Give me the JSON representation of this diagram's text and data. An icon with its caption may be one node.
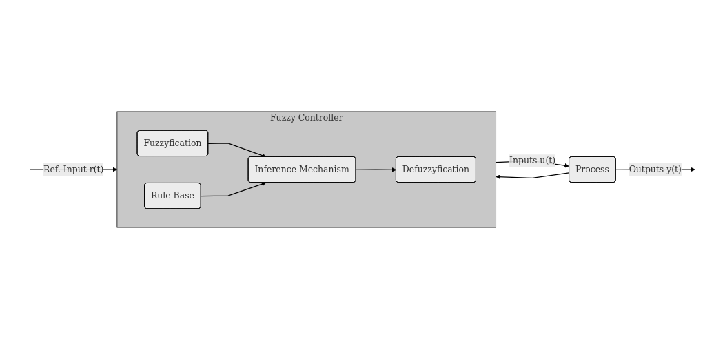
{
  "diagram": {
    "nodes": [
      {
        "text": [
          "Fuzzy Controller"
        ]
      },
      {
        "text": [
          "Fuzzyfication"
        ],
        "in": 0
      },
      {
        "text": [
          "Inference Mechanism"
        ],
        "in": 0
      },
      {
        "text": [
          "Rule Base"
        ],
        "in": 0
      },
      {
        "text": [
          "Defuzzyfication"
        ],
        "in": 0
      },
      {
        "text": [
          "Process"
        ]
      }
    ],
    "edges": [
      {
        "from": null,
        "to": 0,
        "arrow": "to",
        "label": "Ref. Input r(t)"
      },
      {
        "from": 1,
        "to": 2,
        "arrow": "to"
      },
      {
        "from": 3,
        "to": 2,
        "arrow": "to"
      },
      {
        "from": 2,
        "to": 4,
        "arrow": "to"
      },
      {
        "from": 0,
        "to": 5,
        "arrow": "to",
        "label": "Inputs u(t)"
      },
      {
        "from": 5,
        "to": null,
        "arrow": "to",
        "label": "Outputs y(t)"
      },
      {
        "from": 5,
        "to": 0,
        "arrow": "to"
      }
    ]
  }
}
